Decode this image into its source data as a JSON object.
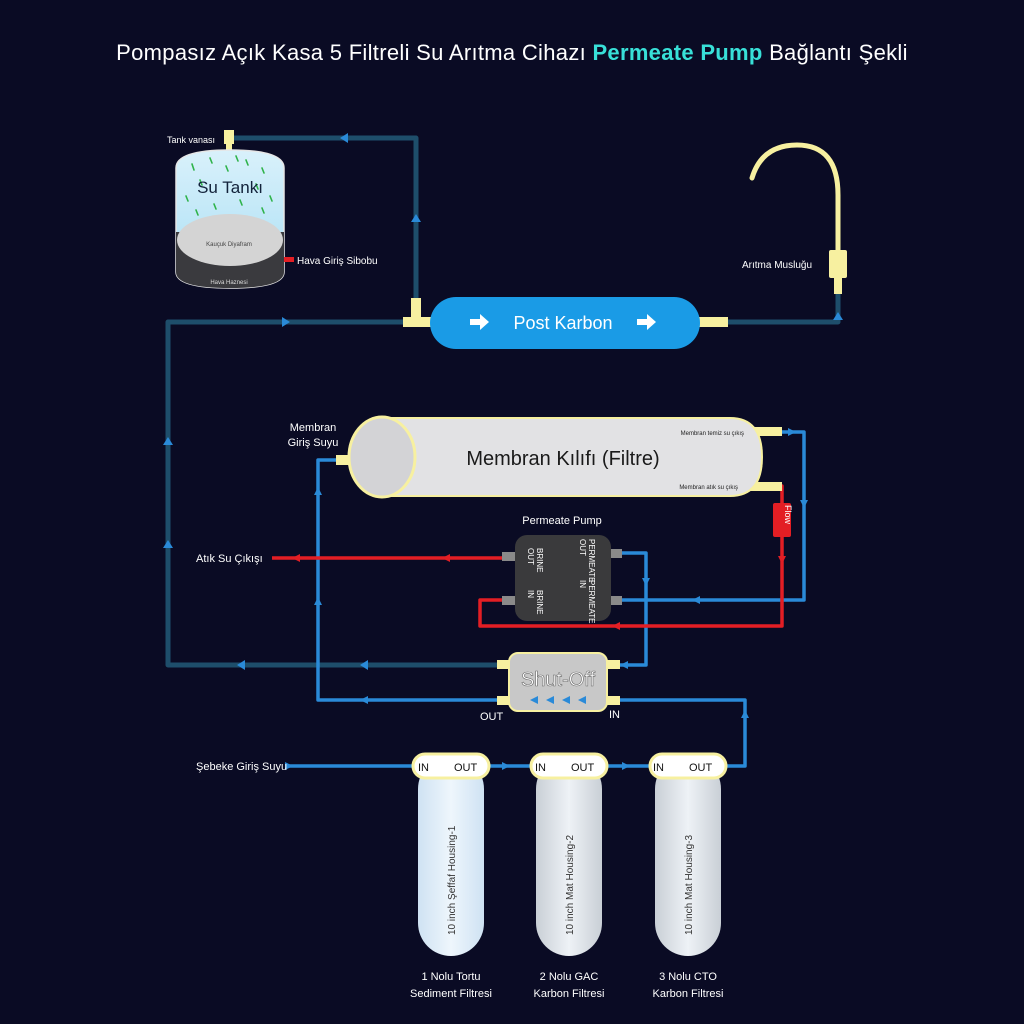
{
  "title": {
    "prefix": "Pompasız Açık Kasa 5 Filtreli Su Arıtma Cihazı",
    "highlight": "Permeate Pump",
    "suffix": "Bağlantı Şekli"
  },
  "colors": {
    "background": "#0a0b24",
    "pipe_main": "#1e4e6b",
    "pipe_blue": "#2a8ad8",
    "pipe_red": "#e31e24",
    "fitting": "#f7f0a0",
    "accent_title": "#38e0d8",
    "post_carbon": "#1a9be6"
  },
  "tank": {
    "valve_label": "Tank vanası",
    "title": "Su Tankı",
    "diaphragm_label": "Kauçuk Diyafram",
    "chamber_label": "Hava Haznesi",
    "air_valve_label": "Hava Giriş Sibobu"
  },
  "faucet": {
    "label": "Arıtma Musluğu"
  },
  "post_carbon": {
    "label": "Post Karbon"
  },
  "membrane": {
    "title": "Membran Kılıfı (Filtre)",
    "inlet_label_1": "Membran",
    "inlet_label_2": "Giriş Suyu",
    "clean_out_label": "Membran temiz su çıkış",
    "waste_out_label": "Membran atık su çıkış"
  },
  "flow_restrictor": {
    "label": "Flow"
  },
  "permeate_pump": {
    "title": "Permeate Pump",
    "brine_out": [
      "BRINE",
      "OUT"
    ],
    "brine_in": [
      "BRINE",
      "IN"
    ],
    "permeate_out": [
      "PERMEATE",
      "OUT"
    ],
    "permeate_in": [
      "PERMEATE",
      "IN"
    ]
  },
  "waste_outlet": {
    "label": "Atık Su Çıkışı"
  },
  "shutoff": {
    "label": "Shut-Off",
    "out_label": "OUT",
    "in_label": "IN"
  },
  "mains_inlet": {
    "label": "Şebeke Giriş Suyu"
  },
  "housings": [
    {
      "in": "IN",
      "out": "OUT",
      "body": "10 inch Şeffaf Housing-1",
      "caption_1": "1 Nolu Tortu",
      "caption_2": "Sediment Filtresi"
    },
    {
      "in": "IN",
      "out": "OUT",
      "body": "10 inch Mat Housing-2",
      "caption_1": "2 Nolu GAC",
      "caption_2": "Karbon Filtresi"
    },
    {
      "in": "IN",
      "out": "OUT",
      "body": "10 inch Mat Housing-3",
      "caption_1": "3 Nolu CTO",
      "caption_2": "Karbon Filtresi"
    }
  ]
}
